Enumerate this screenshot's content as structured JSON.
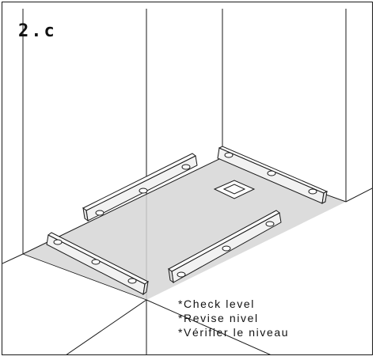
{
  "step": {
    "label": "2.c"
  },
  "notes": [
    "*Check level",
    "*Revise nivel",
    "*Vérifier le niveau"
  ],
  "colors": {
    "line": "#1a1a1a",
    "floor": "#d6d6d6",
    "wall": "#ffffff",
    "level_face": "#f2f2f2"
  },
  "icons": {
    "drain": "square-drain-icon",
    "level": "spirit-level-icon"
  }
}
